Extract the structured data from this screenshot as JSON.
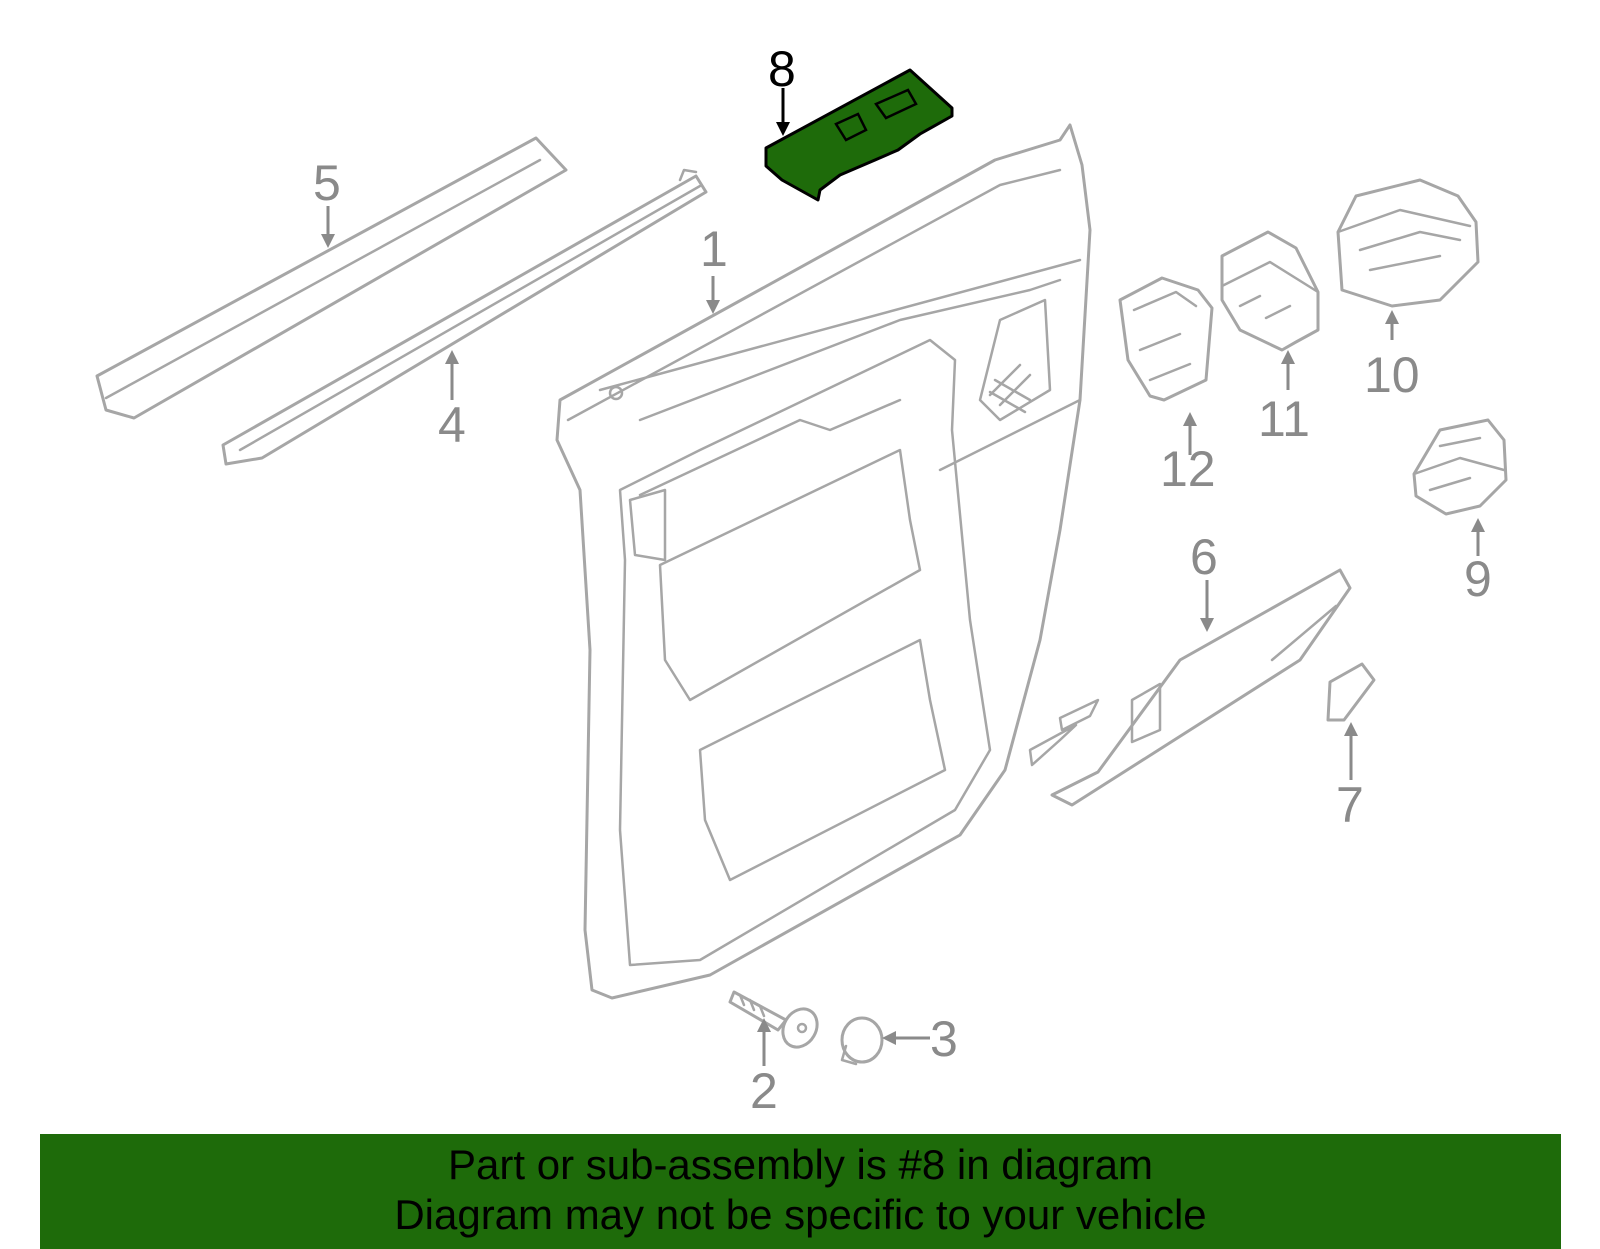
{
  "diagram": {
    "callouts": [
      "1",
      "2",
      "3",
      "4",
      "5",
      "6",
      "7",
      "8",
      "9",
      "10",
      "11",
      "12"
    ],
    "highlighted_part": "8",
    "highlight_color": "#1e6b0a",
    "part_line_color": "#a6a6a6"
  },
  "banner": {
    "line1": "Part or sub-assembly is #8 in diagram",
    "line2": "Diagram may not be specific to your vehicle"
  }
}
